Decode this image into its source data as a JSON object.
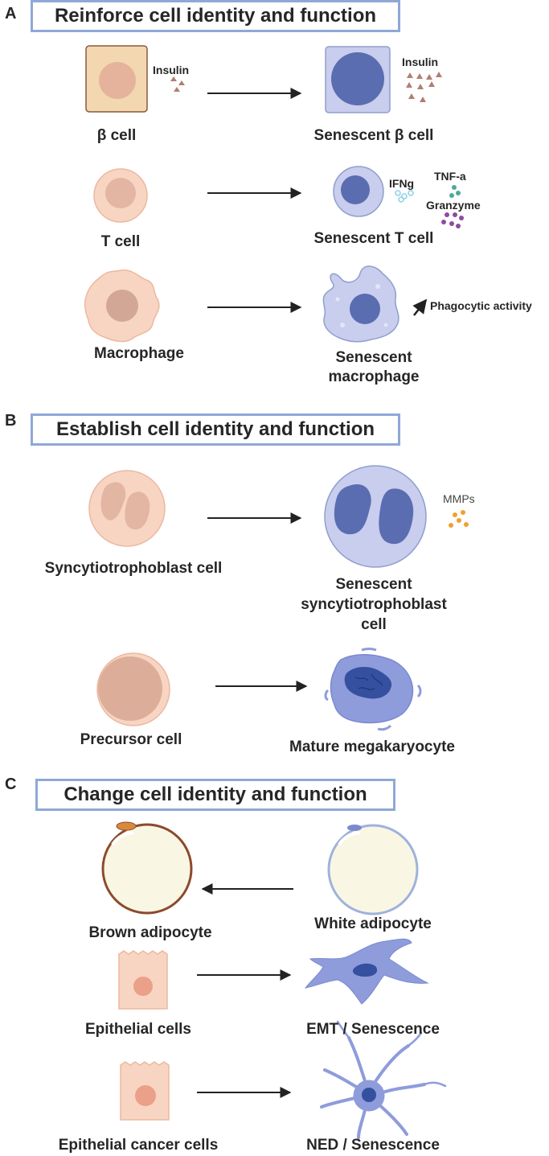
{
  "panels": {
    "a": {
      "letter": "A",
      "title": "Reinforce cell identity and function",
      "rows": [
        {
          "left": "β cell",
          "right": "Senescent β cell",
          "left_secretion": "Insulin",
          "right_secretion": "Insulin"
        },
        {
          "left": "T cell",
          "right": "Senescent T cell",
          "factors": [
            "IFNg",
            "TNF-a",
            "Granzyme"
          ]
        },
        {
          "left": "Macrophage",
          "right_line1": "Senescent",
          "right_line2": "macrophage",
          "note": "Phagocytic activity"
        }
      ]
    },
    "b": {
      "letter": "B",
      "title": "Establish cell identity and function",
      "rows": [
        {
          "left": "Syncytiotrophoblast cell",
          "right_line1": "Senescent",
          "right_line2": "syncytiotrophoblast",
          "right_line3": "cell",
          "secretion": "MMPs"
        },
        {
          "left": "Precursor cell",
          "right": "Mature megakaryocyte"
        }
      ]
    },
    "c": {
      "letter": "C",
      "title": "Change cell identity and function",
      "rows": [
        {
          "left": "Brown adipocyte",
          "right": "White adipocyte"
        },
        {
          "left": "Epithelial cells",
          "right": "EMT / Senescence"
        },
        {
          "left": "Epithelial cancer cells",
          "right": "NED / Senescence"
        }
      ]
    }
  },
  "colors": {
    "title_border": "#8fa8d6",
    "normal_cell": "#f8d5c2",
    "normal_nucleus": "#dcae9a",
    "senescent_cell": "#c9cdee",
    "senescent_nucleus": "#5a6db0",
    "insulin": "#b07f72",
    "ifng": "#8fd3ea",
    "tnfa": "#4da99a",
    "granzyme": "#8e4ba0",
    "mmps": "#f0a030",
    "brown_outline": "#8b4a2c",
    "white_outline": "#9fb2dc"
  }
}
